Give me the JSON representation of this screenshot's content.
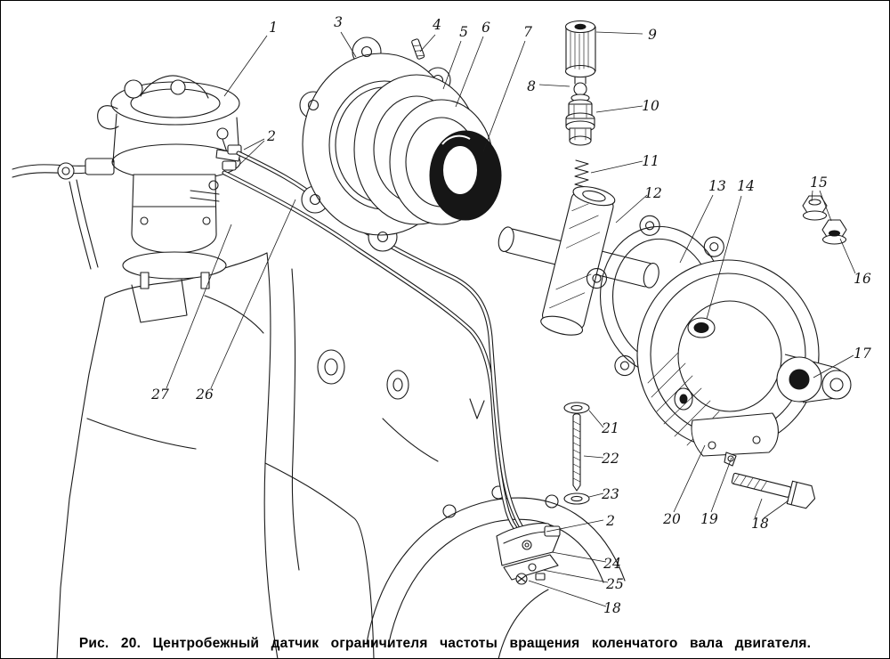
{
  "figure": {
    "caption": "Рис. 20. Центробежный датчик ограничителя частоты вращения коленчатого вала двигателя."
  },
  "callouts": {
    "n1": {
      "label": "1"
    },
    "n2a": {
      "label": "2"
    },
    "n2b": {
      "label": "2"
    },
    "n3": {
      "label": "3"
    },
    "n4": {
      "label": "4"
    },
    "n5": {
      "label": "5"
    },
    "n6": {
      "label": "6"
    },
    "n7": {
      "label": "7"
    },
    "n8": {
      "label": "8"
    },
    "n9": {
      "label": "9"
    },
    "n10": {
      "label": "10"
    },
    "n11": {
      "label": "11"
    },
    "n12": {
      "label": "12"
    },
    "n13": {
      "label": "13"
    },
    "n14": {
      "label": "14"
    },
    "n15": {
      "label": "15"
    },
    "n16": {
      "label": "16"
    },
    "n17": {
      "label": "17"
    },
    "n18a": {
      "label": "18"
    },
    "n18b": {
      "label": "18"
    },
    "n19": {
      "label": "19"
    },
    "n20": {
      "label": "20"
    },
    "n21": {
      "label": "21"
    },
    "n22": {
      "label": "22"
    },
    "n23": {
      "label": "23"
    },
    "n24": {
      "label": "24"
    },
    "n25": {
      "label": "25"
    },
    "n26": {
      "label": "26"
    },
    "n27": {
      "label": "27"
    }
  }
}
